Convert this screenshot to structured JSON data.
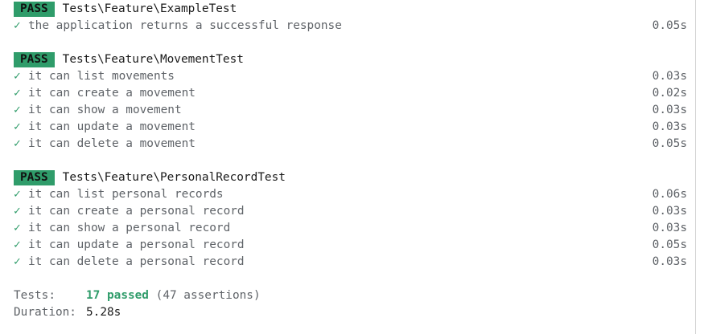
{
  "suites": [
    {
      "status": "PASS",
      "name": "Tests\\Feature\\ExampleTest",
      "tests": [
        {
          "check": "✓",
          "name": "the application returns a successful response",
          "time": "0.05s"
        }
      ]
    },
    {
      "status": "PASS",
      "name": "Tests\\Feature\\MovementTest",
      "tests": [
        {
          "check": "✓",
          "name": "it can list movements",
          "time": "0.03s"
        },
        {
          "check": "✓",
          "name": "it can create a movement",
          "time": "0.02s"
        },
        {
          "check": "✓",
          "name": "it can show a movement",
          "time": "0.03s"
        },
        {
          "check": "✓",
          "name": "it can update a movement",
          "time": "0.03s"
        },
        {
          "check": "✓",
          "name": "it can delete a movement",
          "time": "0.05s"
        }
      ]
    },
    {
      "status": "PASS",
      "name": "Tests\\Feature\\PersonalRecordTest",
      "tests": [
        {
          "check": "✓",
          "name": "it can list personal records",
          "time": "0.06s"
        },
        {
          "check": "✓",
          "name": "it can create a personal record",
          "time": "0.03s"
        },
        {
          "check": "✓",
          "name": "it can show a personal record",
          "time": "0.03s"
        },
        {
          "check": "✓",
          "name": "it can update a personal record",
          "time": "0.05s"
        },
        {
          "check": "✓",
          "name": "it can delete a personal record",
          "time": "0.03s"
        }
      ]
    }
  ],
  "summary": {
    "tests_label": "Tests:",
    "passed": "17 passed",
    "assertions": "(47 assertions)",
    "duration_label": "Duration:",
    "duration": "5.28s"
  },
  "colors": {
    "pass_badge": "#2f9c6a",
    "text": "#5f6368",
    "strong_text": "#1a1a1a"
  }
}
